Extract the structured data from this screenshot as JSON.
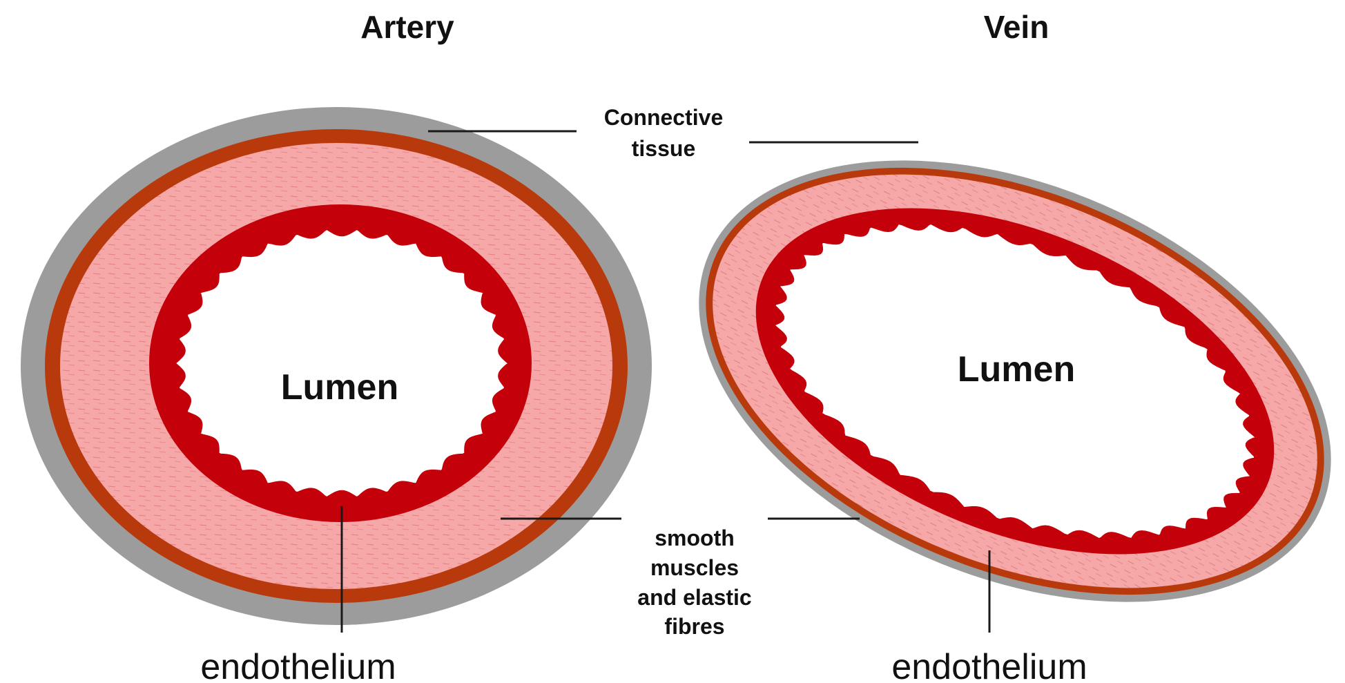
{
  "diagram": {
    "titles": {
      "artery": "Artery",
      "vein": "Vein"
    },
    "lumen_labels": {
      "artery": "Lumen",
      "vein": "Lumen"
    },
    "connective_tissue": {
      "line1": "Connective",
      "line2": "tissue"
    },
    "smooth_muscle": {
      "line1": "smooth",
      "line2": "muscles",
      "line3": "and elastic",
      "line4": "fibres"
    },
    "endothelium": {
      "artery": "endothelium",
      "vein": "endothelium"
    },
    "colors": {
      "connective": "#9c9c9c",
      "elastic_outer": "#b83a0c",
      "muscle": "#f4a1a1",
      "endothelium_ring": "#c4000a",
      "lumen": "#ffffff"
    }
  }
}
